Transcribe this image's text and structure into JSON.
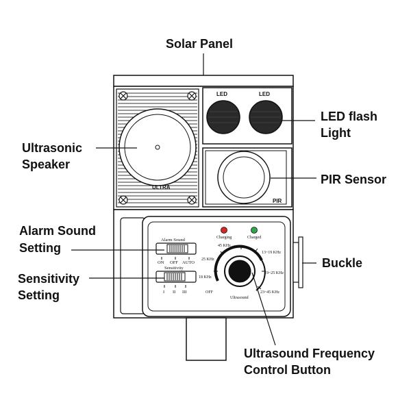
{
  "callouts": {
    "solar_panel": "Solar Panel",
    "led_flash_light": [
      "LED flash",
      "Light"
    ],
    "ultrasonic_speaker": [
      "Ultrasonic",
      "Speaker"
    ],
    "pir_sensor": "PIR Sensor",
    "alarm_sound_setting": [
      "Alarm Sound",
      "Setting"
    ],
    "sensitivity_setting": [
      "Sensitivity",
      "Setting"
    ],
    "buckle": "Buckle",
    "ultrasound_frequency_control_button": [
      "Ultrasound Frequency",
      "Control Button"
    ]
  },
  "device": {
    "speaker_label": "ULTRA",
    "led_labels": [
      "LED",
      "LED"
    ],
    "pir_label": "PIR",
    "indicators": [
      {
        "label": "Charging",
        "color": "#d22a2a"
      },
      {
        "label": "Charged",
        "color": "#2fa84a"
      }
    ],
    "alarm_switch": {
      "title": "Alarm Sound",
      "options": [
        "ON",
        "OFF",
        "AUTO"
      ]
    },
    "sensitivity_switch": {
      "title": "Sensitivity",
      "options": [
        "I",
        "II",
        "III"
      ]
    },
    "dial": {
      "scale_labels": [
        "45 KHz",
        "25 KHz",
        "18 KHz",
        "OFF",
        "13~19 KHz",
        "19~25 KHz",
        "23~45 KHz"
      ],
      "label": "Ultrasound"
    }
  },
  "colors": {
    "line": "#111111",
    "panel_fill": "#f2f2f2",
    "indicator_red": "#d22a2a",
    "indicator_green": "#2fa84a"
  }
}
